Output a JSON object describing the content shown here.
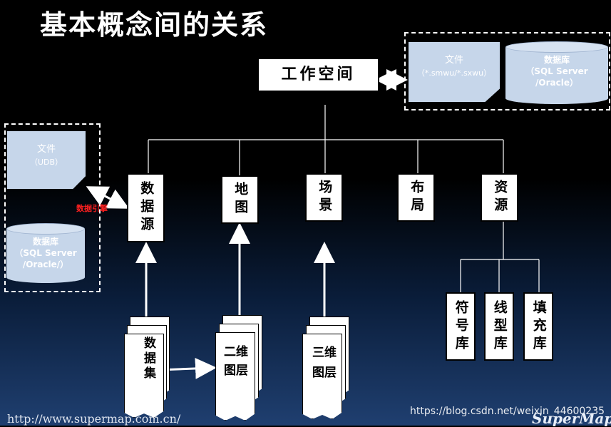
{
  "title": "基本概念间的关系",
  "workspace": "工作空间",
  "top_storage": {
    "file_label": "文件",
    "file_sub": "（*.smwu/*.sxwu）",
    "db_label": "数据库",
    "db_line1": "（SQL Server",
    "db_line2": "/Oracle）"
  },
  "left_storage": {
    "file_label": "文件",
    "file_sub": "（UDB）",
    "db_label": "数据库",
    "db_line1": "（SQL Server",
    "db_line2": "/Oracle/）"
  },
  "engine_label": "数据引擎",
  "children": [
    "数据源",
    "地图",
    "场景",
    "布局",
    "资源"
  ],
  "resources": [
    "符号库",
    "线型库",
    "填充库"
  ],
  "stacks": {
    "datasets": "数据集",
    "layers_2d_1": "二维",
    "layers_2d_2": "图层",
    "layers_3d_1": "三维",
    "layers_3d_2": "图层"
  },
  "footer": {
    "url": "http://www.supermap.com.cn/",
    "watermark": "https://blog.csdn.net/weixin_44600235",
    "logo": "SuperMap"
  }
}
